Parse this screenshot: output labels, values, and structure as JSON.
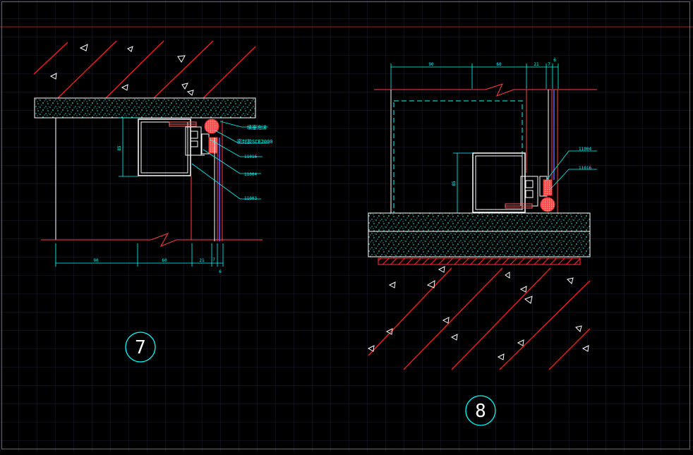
{
  "detail7": {
    "number": "7",
    "dims_bottom": [
      "90",
      "60",
      "21",
      "7",
      "6"
    ],
    "dim_height": "85",
    "callouts": [
      "填塞泡沫",
      "密封胶SCE2000",
      "11016",
      "11004",
      "11003"
    ]
  },
  "detail8": {
    "number": "8",
    "dims_top": [
      "90",
      "60",
      "21",
      "7",
      "6"
    ],
    "dim_height": "85",
    "callouts": [
      "11004",
      "11016"
    ]
  },
  "colors": {
    "background": "#000000",
    "grid": "#1c1c30",
    "dimension": "#00ffff",
    "structure_red": "#ff3030",
    "sealant": "#ff6060",
    "frame_white": "#ffffff",
    "glass_blue": "#6060ff",
    "concrete_speckle": "#40e0e0"
  }
}
